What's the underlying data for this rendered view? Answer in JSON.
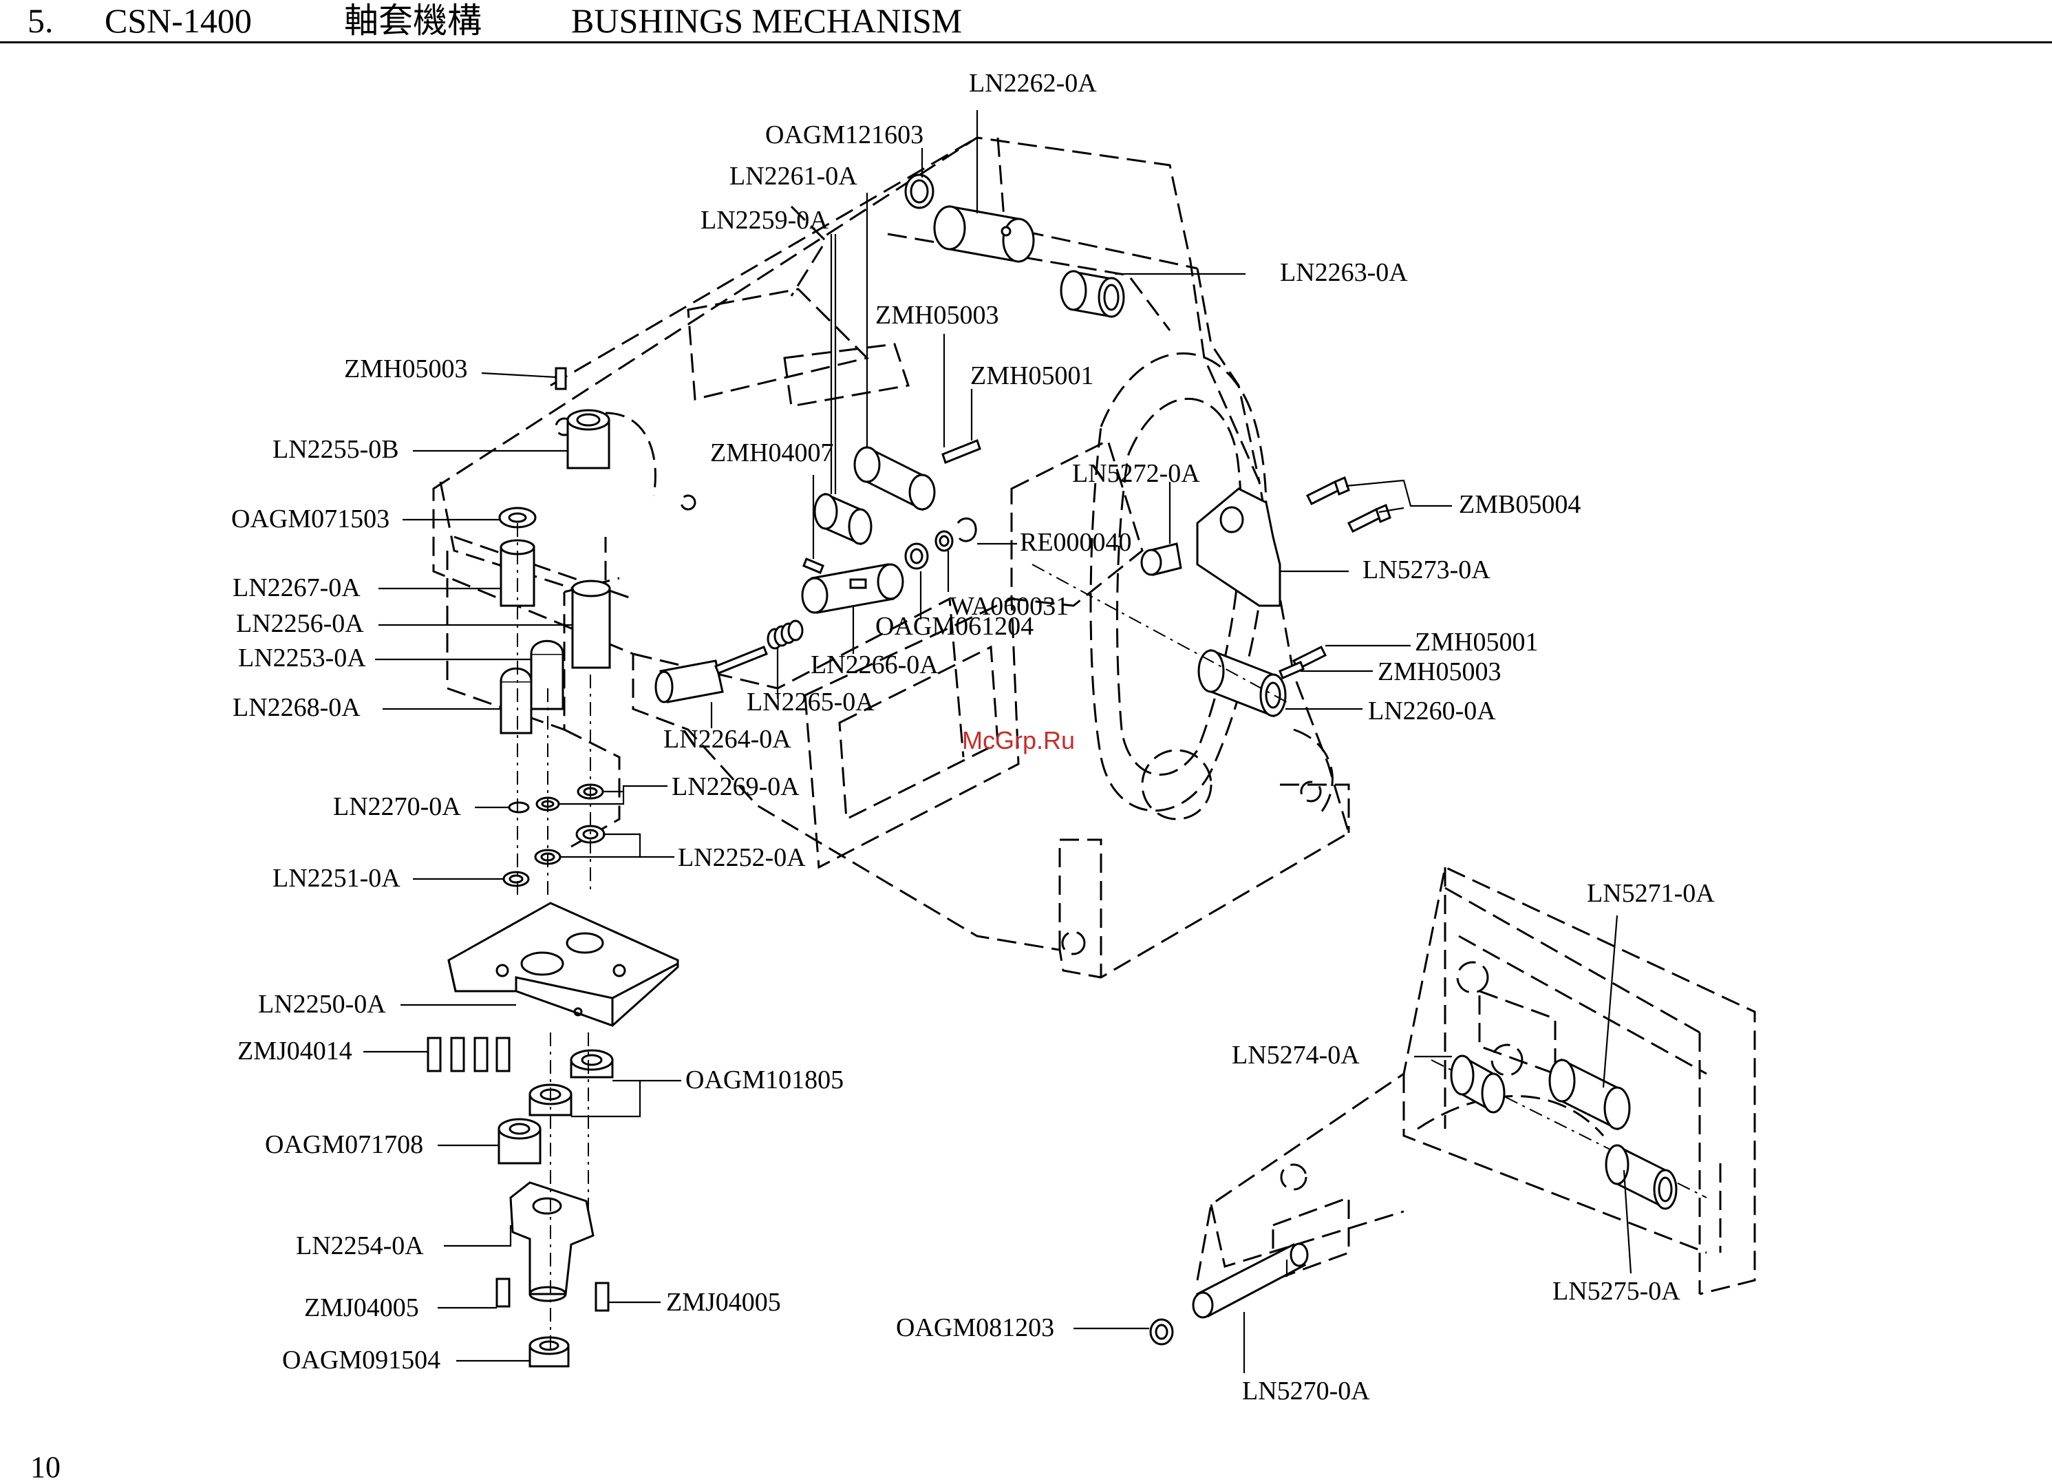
{
  "header": {
    "section_no": "5.",
    "model": "CSN-1400",
    "title_zh": "軸套機構",
    "title_en": "BUSHINGS MECHANISM"
  },
  "page_number": "10",
  "watermark": "McGrp.Ru",
  "labels": {
    "ln2262_0a": "LN2262-0A",
    "oagm121603": "OAGM121603",
    "ln2261_0a": "LN2261-0A",
    "ln2259_0a": "LN2259-0A",
    "ln2263_0a": "LN2263-0A",
    "zmh05003_a": "ZMH05003",
    "zmh05003_b": "ZMH05003",
    "zmh05001_a": "ZMH05001",
    "ln2255_0b": "LN2255-0B",
    "zmh04007": "ZMH04007",
    "ln5272_0a": "LN5272-0A",
    "zmb05004": "ZMB05004",
    "oagm071503": "OAGM071503",
    "re000040": "RE000040",
    "ln5273_0a": "LN5273-0A",
    "ln2267_0a": "LN2267-0A",
    "wa060031": "WA060031",
    "ln2256_0a": "LN2256-0A",
    "oagm061204": "OAGM061204",
    "zmh05001_b": "ZMH05001",
    "ln2253_0a": "LN2253-0A",
    "ln2266_0a": "LN2266-0A",
    "zmh05003_c": "ZMH05003",
    "ln2268_0a": "LN2268-0A",
    "ln2265_0a": "LN2265-0A",
    "ln2260_0a": "LN2260-0A",
    "ln2264_0a": "LN2264-0A",
    "ln2269_0a": "LN2269-0A",
    "ln2270_0a": "LN2270-0A",
    "ln2252_0a": "LN2252-0A",
    "ln2251_0a": "LN2251-0A",
    "ln5271_0a": "LN5271-0A",
    "ln2250_0a": "LN2250-0A",
    "ln5274_0a": "LN5274-0A",
    "zmj04014": "ZMJ04014",
    "oagm101805": "OAGM101805",
    "oagm071708": "OAGM071708",
    "ln2254_0a": "LN2254-0A",
    "ln5275_0a": "LN5275-0A",
    "zmj04005_a": "ZMJ04005",
    "zmj04005_b": "ZMJ04005",
    "oagm081203": "OAGM081203",
    "oagm091504": "OAGM091504",
    "ln5270_0a": "LN5270-0A"
  }
}
